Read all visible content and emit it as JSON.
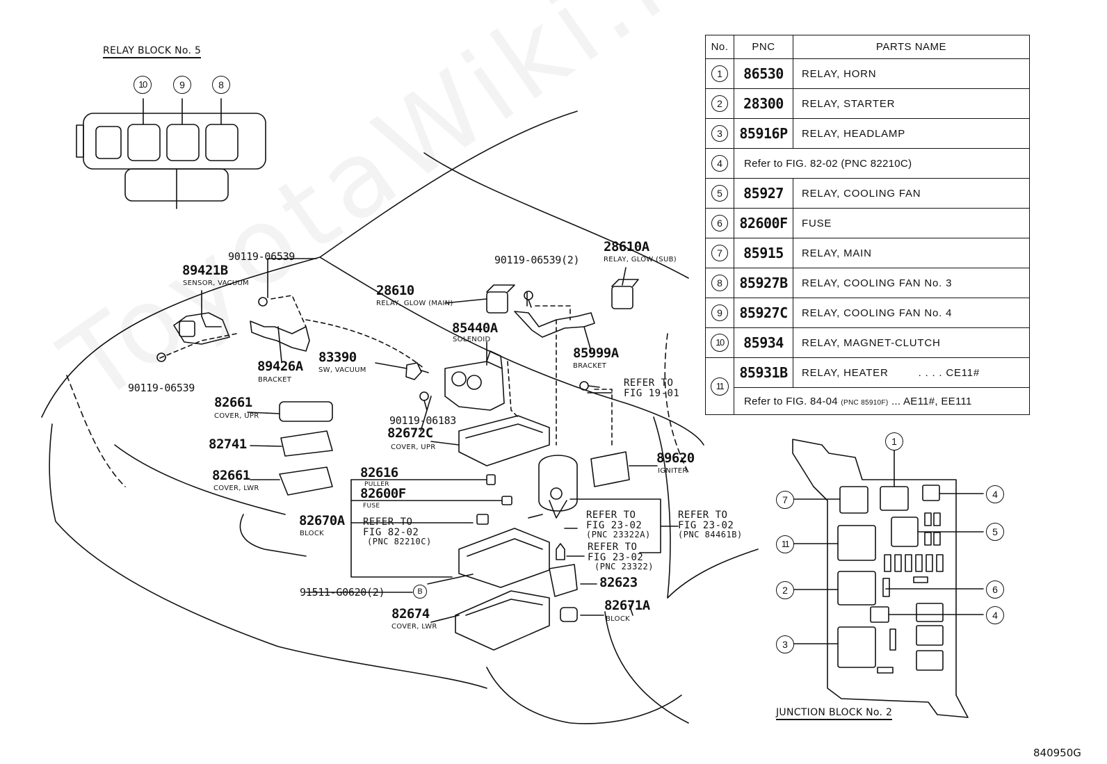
{
  "watermark": "ToyotaWiki.ru",
  "relay_block_title": "RELAY BLOCK No. 5",
  "junction_block_title": "JUNCTION BLOCK No. 2",
  "figure_id": "840950G",
  "table": {
    "headers": {
      "no": "No.",
      "pnc": "PNC",
      "name": "PARTS NAME"
    },
    "rows": [
      {
        "no": "1",
        "pnc": "86530",
        "name": "RELAY, HORN"
      },
      {
        "no": "2",
        "pnc": "28300",
        "name": "RELAY, STARTER"
      },
      {
        "no": "3",
        "pnc": "85916P",
        "name": "RELAY, HEADLAMP"
      },
      {
        "no": "4",
        "pnc": "",
        "name": "Refer to FIG. 82-02 (PNC 82210C)"
      },
      {
        "no": "5",
        "pnc": "85927",
        "name": "RELAY, COOLING FAN"
      },
      {
        "no": "6",
        "pnc": "82600F",
        "name": "FUSE"
      },
      {
        "no": "7",
        "pnc": "85915",
        "name": "RELAY, MAIN"
      },
      {
        "no": "8",
        "pnc": "85927B",
        "name": "RELAY, COOLING FAN No. 3"
      },
      {
        "no": "9",
        "pnc": "85927C",
        "name": "RELAY, COOLING FAN No. 4"
      },
      {
        "no": "10",
        "pnc": "85934",
        "name": "RELAY, MAGNET-CLUTCH"
      },
      {
        "no": "11",
        "pnc": "85931B",
        "name": "RELAY, HEATER",
        "extra": ". . . . CE11#",
        "refer": "Refer to FIG. 84-04",
        "refer_small": "(PNC 85910F)",
        "refer_tail": "... AE11#, EE111"
      }
    ]
  },
  "relay_block_callouts": [
    "10",
    "9",
    "8"
  ],
  "junction_callouts": {
    "c1": "1",
    "c7": "7",
    "c11": "11",
    "c2": "2",
    "c3": "3",
    "c4a": "4",
    "c5": "5",
    "c6": "6",
    "c4b": "4"
  },
  "parts": {
    "p89421B": {
      "pn": "89421B",
      "desc": "SENSOR, VACUUM"
    },
    "p90119_06539_top": {
      "pn": "90119-06539"
    },
    "p90119_06539_left": {
      "pn": "90119-06539"
    },
    "p89426A": {
      "pn": "89426A",
      "desc": "BRACKET"
    },
    "p83390": {
      "pn": "83390",
      "desc": "SW, VACUUM"
    },
    "p28610": {
      "pn": "28610",
      "desc": "RELAY, GLOW (MAIN)"
    },
    "p90119_06539_2": {
      "pn": "90119-06539(2)"
    },
    "p28610A": {
      "pn": "28610A",
      "desc": "RELAY, GLOW (SUB)"
    },
    "p85440A": {
      "pn": "85440A",
      "desc": "SOLENOID"
    },
    "p85999A": {
      "pn": "85999A",
      "desc": "BRACKET"
    },
    "p82661_upr": {
      "pn": "82661",
      "desc": "COVER, UPR"
    },
    "p82741": {
      "pn": "82741"
    },
    "p90119_06183": {
      "pn": "90119-06183"
    },
    "p82672C": {
      "pn": "82672C",
      "desc": "COVER, UPR"
    },
    "p82661_lwr": {
      "pn": "82661",
      "desc": "COVER, LWR"
    },
    "p82616": {
      "pn": "82616",
      "desc": "PULLER"
    },
    "p82600F": {
      "pn": "82600F",
      "desc": "FUSE"
    },
    "p82670A": {
      "pn": "82670A",
      "desc": "BLOCK"
    },
    "p89620": {
      "pn": "89620",
      "desc": "IGNITER"
    },
    "p82623": {
      "pn": "82623"
    },
    "p82671A": {
      "pn": "82671A",
      "desc": "BLOCK"
    },
    "p82674": {
      "pn": "82674",
      "desc": "COVER, LWR"
    },
    "p91511": {
      "pn": "91511-G0620(2)",
      "badge": "B"
    }
  },
  "refs": {
    "fig19": [
      "REFER TO",
      "FIG 19-01"
    ],
    "fig82": [
      "REFER TO",
      "FIG 82-02",
      "(PNC 82210C)"
    ],
    "fig23a": [
      "REFER TO",
      "FIG 23-02",
      "(PNC 23322A)"
    ],
    "fig23b": [
      "REFER TO",
      "FIG 23-02",
      "(PNC 84461B)"
    ],
    "fig23c": [
      "REFER TO",
      "FIG 23-02",
      "(PNC 23322)"
    ]
  }
}
